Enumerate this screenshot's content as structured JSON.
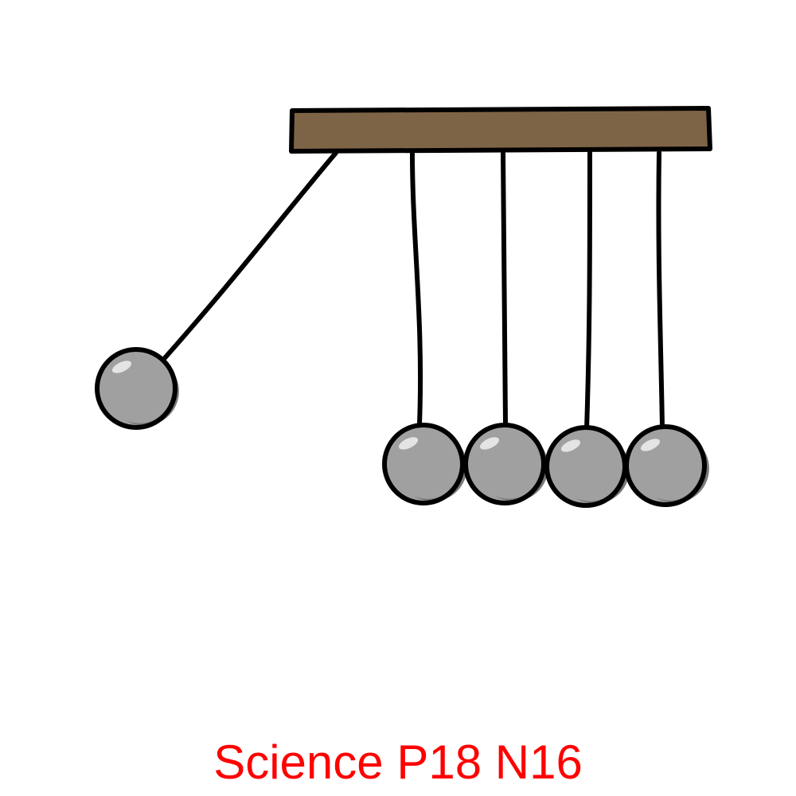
{
  "caption": {
    "text": "Science P18 N16",
    "color": "#ff0000"
  },
  "figure": {
    "subject": "newtons-cradle",
    "ball_count": 5,
    "raised_balls": 1,
    "colors": {
      "outline": "#000000",
      "bar_fill": "#7e6446",
      "ball_fill": "#a0a0a0",
      "ball_shade": "#7a7a7a",
      "ball_highlight": "#e4e4e4",
      "background": "#ffffff"
    }
  }
}
